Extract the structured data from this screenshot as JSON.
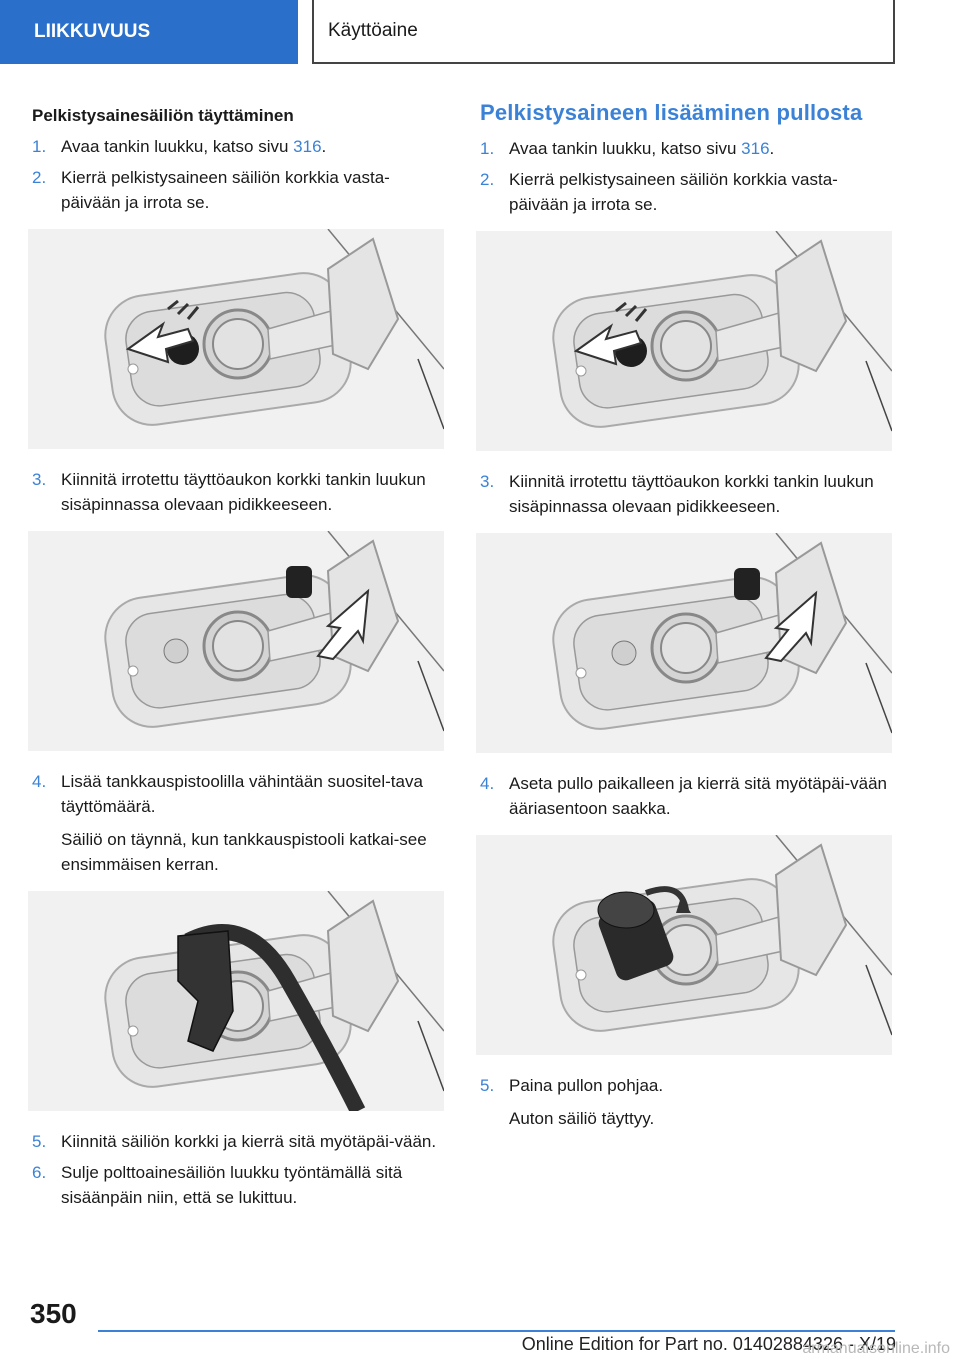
{
  "header": {
    "section_tab": "LIIKKUVUUS",
    "chapter": "Käyttöaine"
  },
  "left": {
    "subheading": "Pelkistysainesäiliön täyttäminen",
    "steps": [
      {
        "num": "1.",
        "pre": "Avaa tankin luukku, katso sivu ",
        "link": "316",
        "post": "."
      },
      {
        "num": "2.",
        "text": "Kierrä pelkistysaineen säiliön korkkia vasta-päivään ja irrota se."
      },
      {
        "num": "3.",
        "text": "Kiinnitä irrotettu täyttöaukon korkki tankin luukun sisäpinnassa olevaan pidikkeeseen."
      },
      {
        "num": "4.",
        "text": "Lisää tankkauspistoolilla vähintään suositel-tava täyttömäärä.",
        "note": "Säiliö on täynnä, kun tankkauspistooli katkai-see ensimmäisen kerran."
      },
      {
        "num": "5.",
        "text": "Kiinnitä säiliön korkki ja kierrä sitä myötäpäi-vään."
      },
      {
        "num": "6.",
        "text": "Sulje polttoainesäiliön luukku työntämällä sitä sisäänpäin niin, että se lukittuu."
      }
    ]
  },
  "right": {
    "heading": "Pelkistysaineen lisääminen pullosta",
    "steps": [
      {
        "num": "1.",
        "pre": "Avaa tankin luukku, katso sivu ",
        "link": "316",
        "post": "."
      },
      {
        "num": "2.",
        "text": "Kierrä pelkistysaineen säiliön korkkia vasta-päivään ja irrota se."
      },
      {
        "num": "3.",
        "text": "Kiinnitä irrotettu täyttöaukon korkki tankin luukun sisäpinnassa olevaan pidikkeeseen."
      },
      {
        "num": "4.",
        "text": "Aseta pullo paikalleen ja kierrä sitä myötäpäi-vään ääriasentoon saakka."
      },
      {
        "num": "5.",
        "text": "Paina pullon pohjaa.",
        "note": "Auton säiliö täyttyy."
      }
    ]
  },
  "footer": {
    "page_number": "350",
    "edition": "Online Edition for Part no. 01402884326 - X/19",
    "watermark": "armanualsonline.info"
  },
  "colors": {
    "accent": "#2a6fc9",
    "link": "#3b82d6"
  }
}
